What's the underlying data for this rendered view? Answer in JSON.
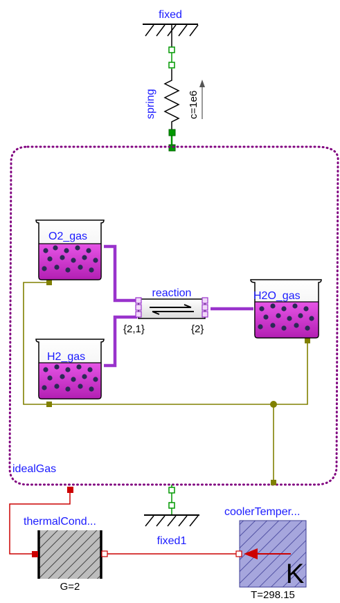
{
  "components": {
    "fixed": {
      "name": "fixed"
    },
    "spring": {
      "name": "spring",
      "param": "c=1e6"
    },
    "ideal_gas": {
      "name": "idealGas"
    },
    "o2": {
      "name": "O2_gas"
    },
    "h2": {
      "name": "H2_gas"
    },
    "h2o": {
      "name": "H2O_gas"
    },
    "reaction": {
      "name": "reaction",
      "left_ports": "{2,1}",
      "right_ports": "{2}"
    },
    "thermal": {
      "name": "thermalCond...",
      "param": "G=2"
    },
    "fixed1": {
      "name": "fixed1"
    },
    "cooler": {
      "name": "coolerTemper...",
      "param": "T=298.15",
      "unit": "K"
    }
  },
  "colors": {
    "label": "#1a1aff",
    "substance": "#9933cc",
    "liquid": "#cc33cc",
    "heat": "#cc0000",
    "mech": "#009900",
    "olive": "#808000",
    "boundary": "#80007f",
    "cooler_fill": "#a6a6dd"
  }
}
